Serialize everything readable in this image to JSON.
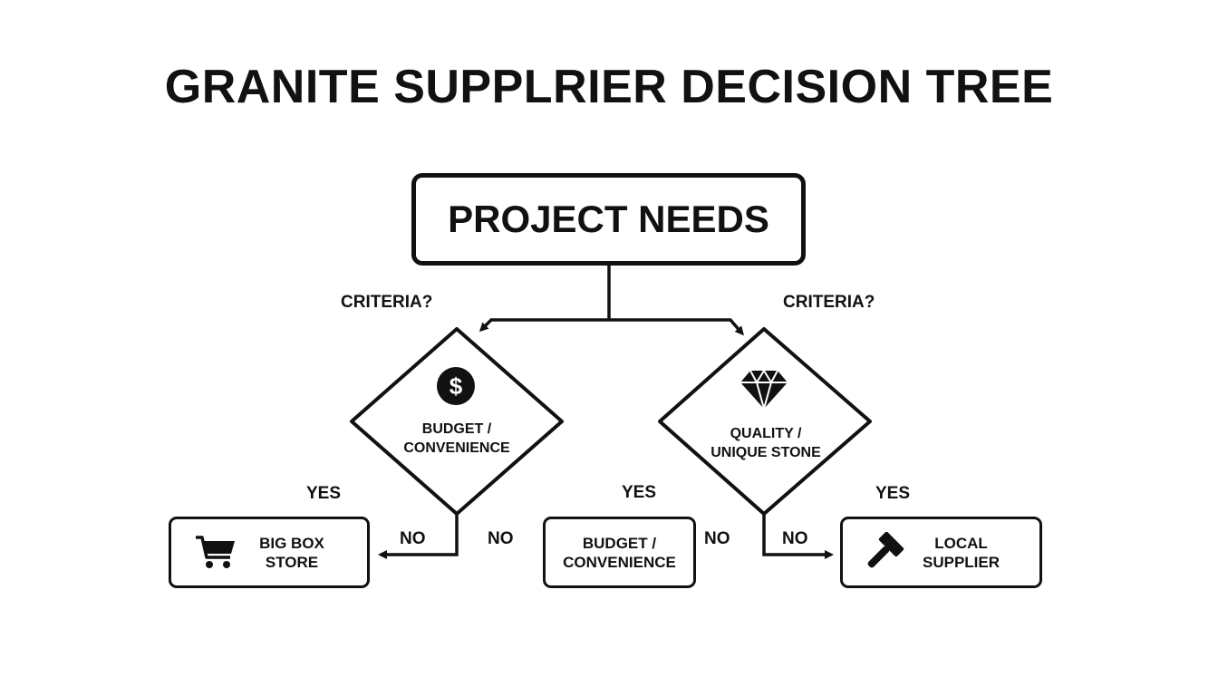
{
  "title": "GRANITE SUPPLRIER DECISION TREE",
  "root": {
    "label": "PROJECT NEEDS"
  },
  "branch_labels": {
    "left": "CRITERIA?",
    "right": "CRITERIA?"
  },
  "decisions": {
    "left": {
      "label": "BUDGET /\nCONVENIENCE",
      "icon": "dollar-icon",
      "yes": "YES",
      "no": "NO"
    },
    "right": {
      "label": "QUALITY /\nUNIQUE STONE",
      "icon": "diamond-icon",
      "yes": "YES",
      "no": "NO"
    }
  },
  "middle": {
    "yes": "YES",
    "no": "NO"
  },
  "outcomes": {
    "big_box": {
      "label": "BIG BOX\nSTORE",
      "icon": "shopping-cart-icon"
    },
    "middle": {
      "label": "BUDGET /\nCONVENIENCE"
    },
    "local": {
      "label": "LOCAL\nSUPPLIER",
      "icon": "hammer-icon"
    }
  },
  "colors": {
    "ink": "#111111",
    "background": "#ffffff"
  }
}
